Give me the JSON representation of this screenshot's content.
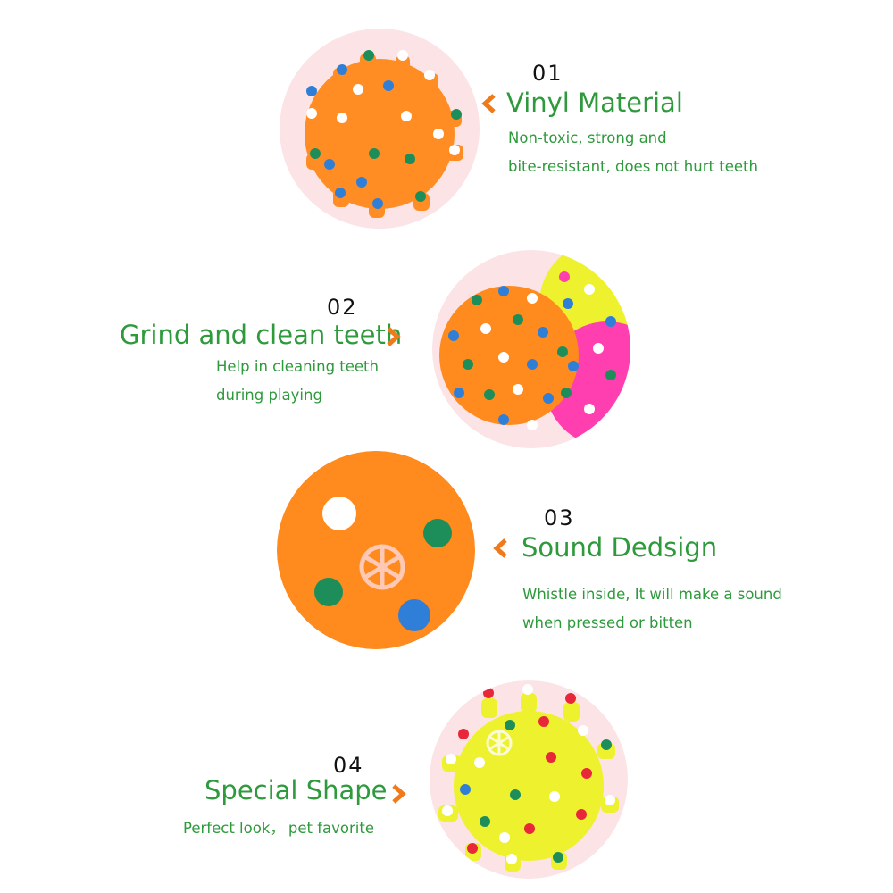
{
  "features": [
    {
      "number": "01",
      "title": "Vinyl Material",
      "lines": [
        "Non-toxic, strong and",
        "bite-resistant, does not hurt teeth"
      ]
    },
    {
      "number": "02",
      "title": "Grind and clean teeth",
      "lines": [
        "Help in cleaning teeth",
        "during playing"
      ]
    },
    {
      "number": "03",
      "title": "Sound Dedsign",
      "lines": [
        "Whistle inside, It will make a sound",
        "when pressed or bitten"
      ]
    },
    {
      "number": "04",
      "title": "Special Shape",
      "desc_a": "Perfect look，",
      "desc_b": "pet favorite"
    }
  ],
  "colors": {
    "text_green": "#2e9a3c",
    "chevron_orange": "#f07a1a",
    "ball_orange": "#ff8a1e",
    "ball_yellow": "#eef22e",
    "ball_pink": "#ff3fb0",
    "circle_bg": "#fbe3e6"
  },
  "icons": [
    "chevron-left-icon",
    "chevron-right-icon"
  ]
}
